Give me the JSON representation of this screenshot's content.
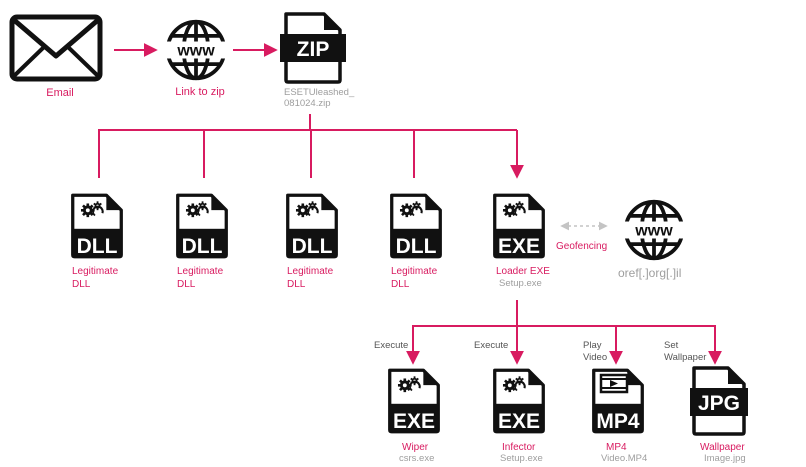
{
  "colors": {
    "accent": "#d81b60",
    "muted": "#9e9e9e",
    "icon": "#111111"
  },
  "nodes": {
    "email": {
      "label": "Email",
      "icon": "envelope-icon"
    },
    "link": {
      "label": "Link to zip",
      "icon": "globe-www-icon"
    },
    "zip": {
      "tag": "ZIP",
      "caption_line1": "ESETUleashed_",
      "caption_line2": "081024.zip",
      "icon": "zip-file-icon"
    },
    "dll1": {
      "tag": "DLL",
      "label_line1": "Legitimate",
      "label_line2": "DLL",
      "icon": "dll-file-icon"
    },
    "dll2": {
      "tag": "DLL",
      "label_line1": "Legitimate",
      "label_line2": "DLL",
      "icon": "dll-file-icon"
    },
    "dll3": {
      "tag": "DLL",
      "label_line1": "Legitimate",
      "label_line2": "DLL",
      "icon": "dll-file-icon"
    },
    "dll4": {
      "tag": "DLL",
      "label_line1": "Legitimate",
      "label_line2": "DLL",
      "icon": "dll-file-icon"
    },
    "loader": {
      "tag": "EXE",
      "label": "Loader EXE",
      "sub": "Setup.exe",
      "icon": "exe-file-icon"
    },
    "geo": {
      "edge_label": "Geofencing",
      "domain": "oref[.]org[.]il",
      "icon": "globe-www-icon"
    },
    "wiper": {
      "tag": "EXE",
      "label": "Wiper",
      "sub": "csrs.exe",
      "action": "Execute",
      "icon": "exe-file-icon"
    },
    "infector": {
      "tag": "EXE",
      "label": "Infector",
      "sub": "Setup.exe",
      "action": "Execute",
      "icon": "exe-file-icon"
    },
    "mp4": {
      "tag": "MP4",
      "label": "MP4",
      "sub": "Video.MP4",
      "action_line1": "Play",
      "action_line2": "Video",
      "icon": "video-file-icon"
    },
    "wallpaper": {
      "tag": "JPG",
      "label": "Wallpaper",
      "sub": "Image.jpg",
      "action_line1": "Set",
      "action_line2": "Wallpaper",
      "icon": "image-file-icon"
    }
  }
}
